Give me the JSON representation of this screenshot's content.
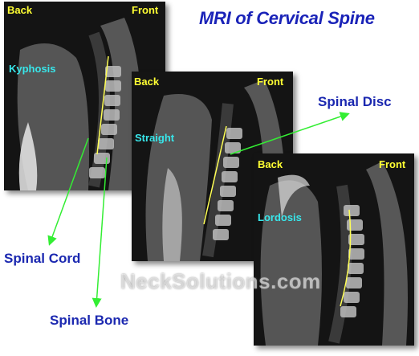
{
  "title": "MRI of Cervical Spine",
  "panels": [
    {
      "back": "Back",
      "front": "Front",
      "curve": "Kyphosis"
    },
    {
      "back": "Back",
      "front": "Front",
      "curve": "Straight"
    },
    {
      "back": "Back",
      "front": "Front",
      "curve": "Lordosis"
    }
  ],
  "callouts": {
    "spinal_disc": "Spinal Disc",
    "spinal_cord": "Spinal Cord",
    "spinal_bone": "Spinal Bone"
  },
  "watermark": "NeckSolutions.com",
  "colors": {
    "title": "#1a23b8",
    "orientation_tag": "#ffff33",
    "curve_label": "#38e6ea",
    "arrow": "#33ee33",
    "cord_line": "#ffff55"
  }
}
